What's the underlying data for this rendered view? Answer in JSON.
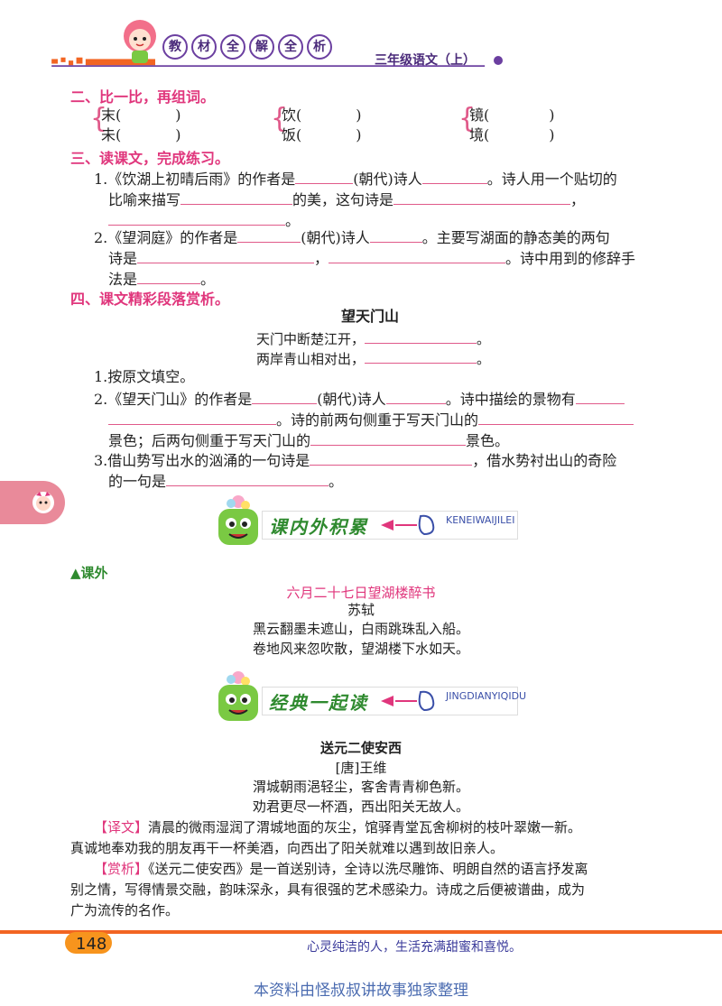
{
  "header": {
    "title_chars": [
      "教",
      "材",
      "全",
      "解",
      "全",
      "析"
    ],
    "subtitle": "三年级语文（上）"
  },
  "sec2": {
    "title": "二、比一比，再组词。",
    "pairs": [
      {
        "a": "末(",
        "b": "未(",
        "close": ")"
      },
      {
        "a": "饮(",
        "b": "饭(",
        "close": ")"
      },
      {
        "a": "镜(",
        "b": "境(",
        "close": ")"
      }
    ]
  },
  "sec3": {
    "title": "三、读课文，完成练习。",
    "q1_l1a": "1.《饮湖上初晴后雨》的作者是",
    "q1_l1b": "(朝代)诗人",
    "q1_l1c": "。诗人用一个贴切的",
    "q1_l2a": "比喻来描写",
    "q1_l2b": "的美，这句诗是",
    "q1_l2c": "，",
    "q1_l3": "。",
    "q2_l1a": "2.《望洞庭》的作者是",
    "q2_l1b": "(朝代)诗人",
    "q2_l1c": "。主要写湖面的静态美的两句",
    "q2_l2a": "诗是",
    "q2_l2b": "，",
    "q2_l2c": "。诗中用到的修辞手",
    "q2_l3a": "法是",
    "q2_l3b": "。"
  },
  "sec4": {
    "title": "四、课文精彩段落赏析。",
    "poem_title": "望天门山",
    "line1": "天门中断楚江开，",
    "line2": "两岸青山相对出，",
    "end": "。",
    "q1": "1.按原文填空。",
    "q2_l1a": "2.《望天门山》的作者是",
    "q2_l1b": "(朝代)诗人",
    "q2_l1c": "。诗中描绘的景物有",
    "q2_l2": "。诗的前两句侧重于写天门山的",
    "q2_l3a": "景色；后两句侧重于写天门山的",
    "q2_l3b": "景色。",
    "q3_l1a": "3.借山势写出水的汹涌的一句诗是",
    "q3_l1b": "，借水势衬出山的奇险",
    "q3_l2a": "的一句是",
    "q3_l2b": "。"
  },
  "banner1": {
    "title": "课内外积累",
    "pinyin": "KENEIWAIJILEI"
  },
  "extra": {
    "label": "课外",
    "poem_title": "六月二十七日望湖楼醉书",
    "author": "苏轼",
    "line1": "黑云翻墨未遮山，白雨跳珠乱入船。",
    "line2": "卷地风来忽吹散，望湖楼下水如天。"
  },
  "banner2": {
    "title": "经典一起读",
    "pinyin": "JINGDIANYIQIDU"
  },
  "classic": {
    "poem_title": "送元二使安西",
    "author": "[唐]王维",
    "line1": "渭城朝雨浥轻尘，客舍青青柳色新。",
    "line2": "劝君更尽一杯酒，西出阳关无故人。",
    "trans_tag": "【译文】",
    "trans_l1": "清晨的微雨湿润了渭城地面的灰尘，馆驿青堂瓦舍柳树的枝叶翠嫩一新。",
    "trans_l2": "真诚地奉劝我的朋友再干一杯美酒，向西出了阳关就难以遇到故旧亲人。",
    "app_tag": "【赏析】",
    "app_l1": "《送元二使安西》是一首送别诗，全诗以洗尽雕饰、明朗自然的语言抒发离",
    "app_l2": "别之情，写得情景交融，韵味深永，具有很强的艺术感染力。诗成之后便被谱曲，成为",
    "app_l3": "广为流传的名作。"
  },
  "footer": {
    "page": "148",
    "motto": "心灵纯洁的人，生活充满甜蜜和喜悦。",
    "credit": "本资料由怪叔叔讲故事独家整理"
  },
  "colors": {
    "accent": "#e0367c",
    "header_orange": "#f26522",
    "green": "#2f8a2f"
  }
}
